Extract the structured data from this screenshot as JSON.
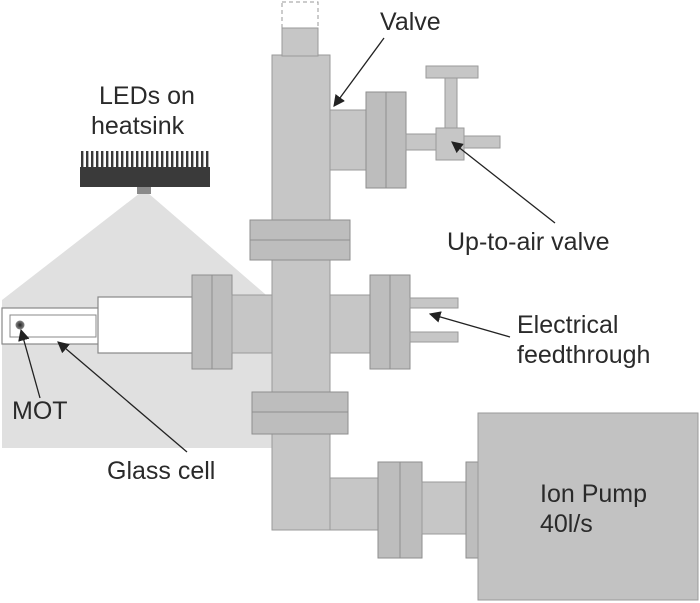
{
  "labels": {
    "leds": [
      "LEDs on",
      "heatsink"
    ],
    "valve": "Valve",
    "up_to_air": "Up-to-air valve",
    "electrical": [
      "Electrical",
      "feedthrough"
    ],
    "mot": "MOT",
    "glass_cell": "Glass cell",
    "ion_pump": [
      "Ion Pump",
      "40l/s"
    ]
  },
  "colors": {
    "light_cone": "#e0e0e0",
    "metal": "#c6c6c6",
    "flange": "#bdbdbd",
    "outline": "#9a9a9a",
    "heatsink": "#3a3a3a",
    "glass_cell": "#ffffff",
    "text": "#2a2a2a"
  }
}
